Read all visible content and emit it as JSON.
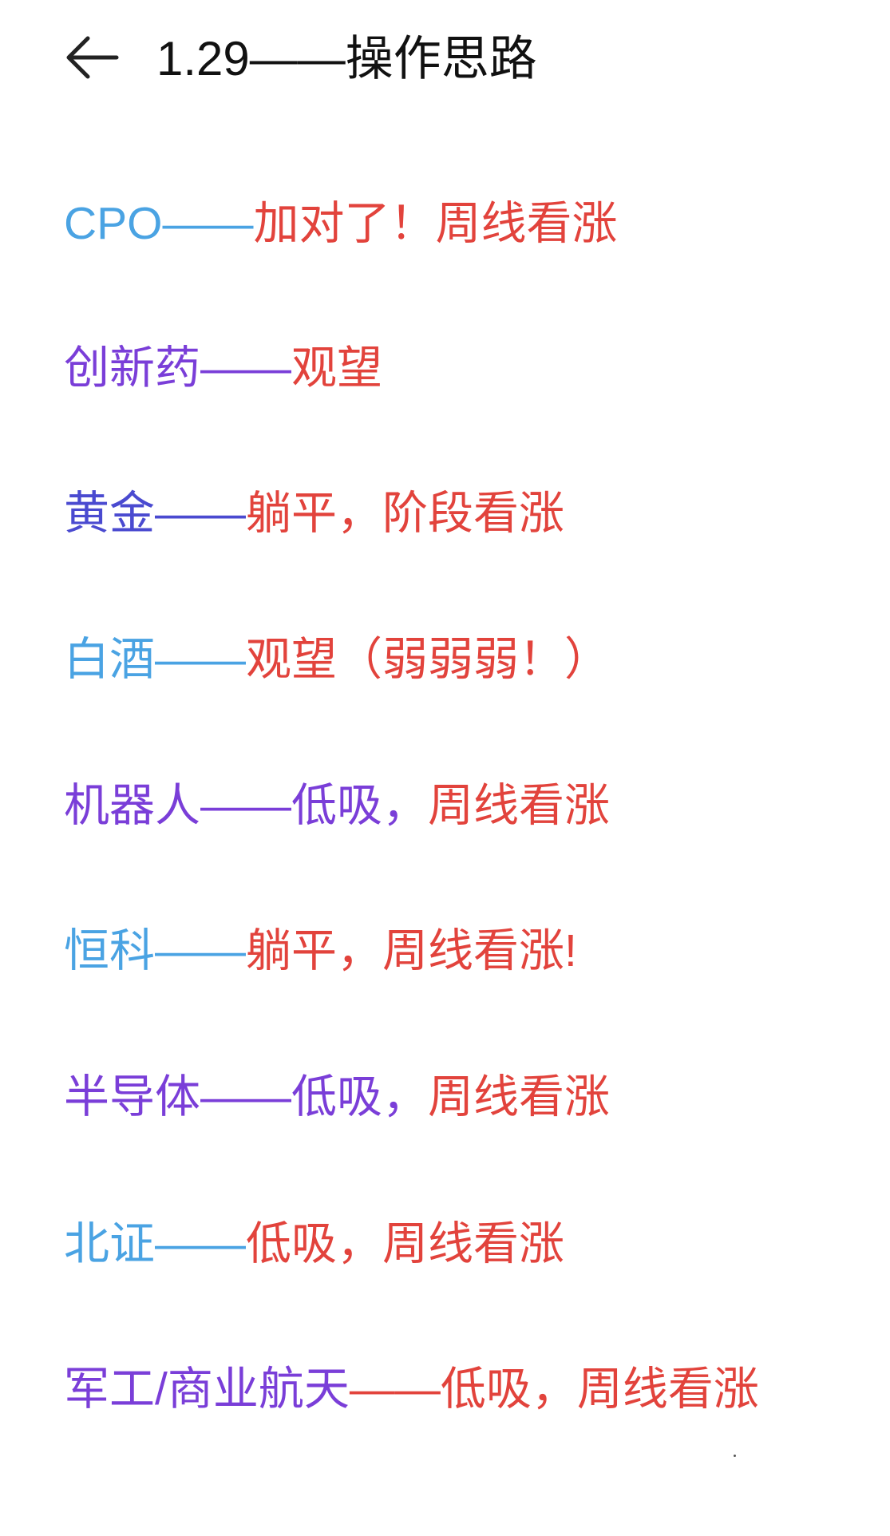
{
  "header": {
    "title": "1.29——操作思路",
    "back_icon": "arrow-left-icon"
  },
  "colors": {
    "blue": "#4aa3e3",
    "purple": "#7a3ed8",
    "indigo": "#4a4ad0",
    "red": "#e2433c",
    "title": "#111111"
  },
  "lines": [
    {
      "segments": [
        {
          "text": "CPO——",
          "color": "#4aa3e3"
        },
        {
          "text": "加对了！周线看涨",
          "color": "#e2433c"
        }
      ]
    },
    {
      "segments": [
        {
          "text": "创新药——",
          "color": "#7a3ed8"
        },
        {
          "text": "观望",
          "color": "#e2433c"
        }
      ]
    },
    {
      "segments": [
        {
          "text": "黄金——",
          "color": "#4a4ad0"
        },
        {
          "text": "躺平，阶段看涨",
          "color": "#e2433c"
        }
      ]
    },
    {
      "segments": [
        {
          "text": "白酒——",
          "color": "#4aa3e3"
        },
        {
          "text": "观望（弱弱弱！）",
          "color": "#e2433c"
        }
      ]
    },
    {
      "segments": [
        {
          "text": "机器人——低吸，",
          "color": "#7a3ed8"
        },
        {
          "text": "周线看涨",
          "color": "#e2433c"
        }
      ]
    },
    {
      "segments": [
        {
          "text": "恒科——",
          "color": "#4aa3e3"
        },
        {
          "text": "躺平，周线看涨!",
          "color": "#e2433c"
        }
      ]
    },
    {
      "segments": [
        {
          "text": "半导体——低吸，",
          "color": "#7a3ed8"
        },
        {
          "text": "周线看涨",
          "color": "#e2433c"
        }
      ]
    },
    {
      "segments": [
        {
          "text": "北证——",
          "color": "#4aa3e3"
        },
        {
          "text": "低吸，周线看涨",
          "color": "#e2433c"
        }
      ]
    },
    {
      "segments": [
        {
          "text": "军工/商业航天",
          "color": "#7a3ed8"
        },
        {
          "text": "——低吸，周线看涨",
          "color": "#e2433c"
        }
      ]
    }
  ]
}
